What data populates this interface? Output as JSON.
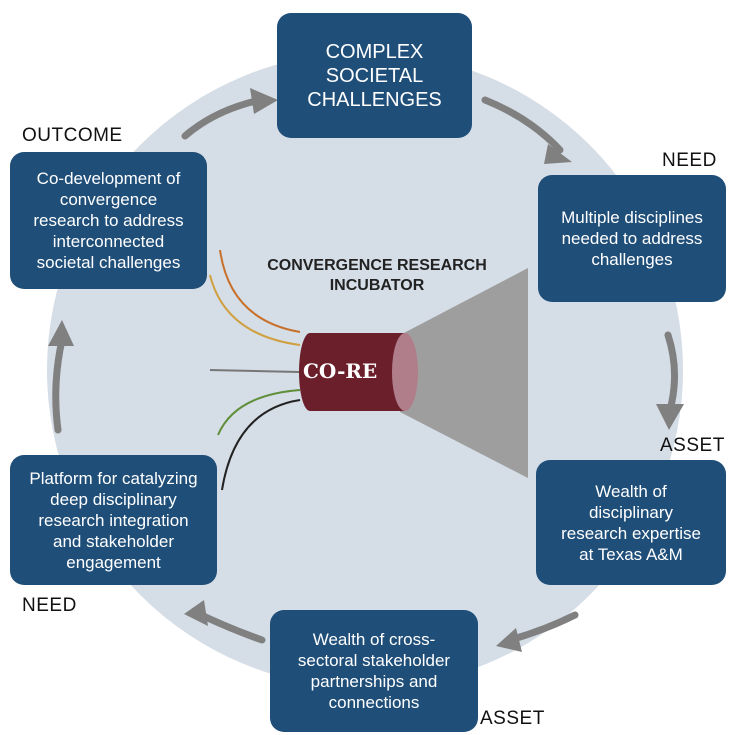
{
  "diagram": {
    "center_title": "CONVERGENCE RESEARCH\nINCUBATOR",
    "core_label": "CO-RE",
    "boxes": {
      "top": "COMPLEX\nSOCIETAL\nCHALLENGES",
      "right_upper": "Multiple disciplines\nneeded to address\nchallenges",
      "right_lower": "Wealth of\ndisciplinary\nresearch expertise\nat Texas A&M",
      "bottom": "Wealth of cross-\nsectoral stakeholder\npartnerships and\nconnections",
      "left_lower": "Platform for catalyzing\ndeep disciplinary\nresearch integration\nand stakeholder\nengagement",
      "left_upper": "Co-development of\nconvergence\nresearch to address\ninterconnected\nsocietal challenges"
    },
    "tags": {
      "outcome": "OUTCOME",
      "need_right": "NEED",
      "asset_right": "ASSET",
      "asset_bottom": "ASSET",
      "need_left": "NEED"
    },
    "colors": {
      "box": "#1f4e79",
      "circle": "#d5dde6",
      "arrow": "#7f7f7f",
      "core": "#6b1f2a"
    }
  }
}
